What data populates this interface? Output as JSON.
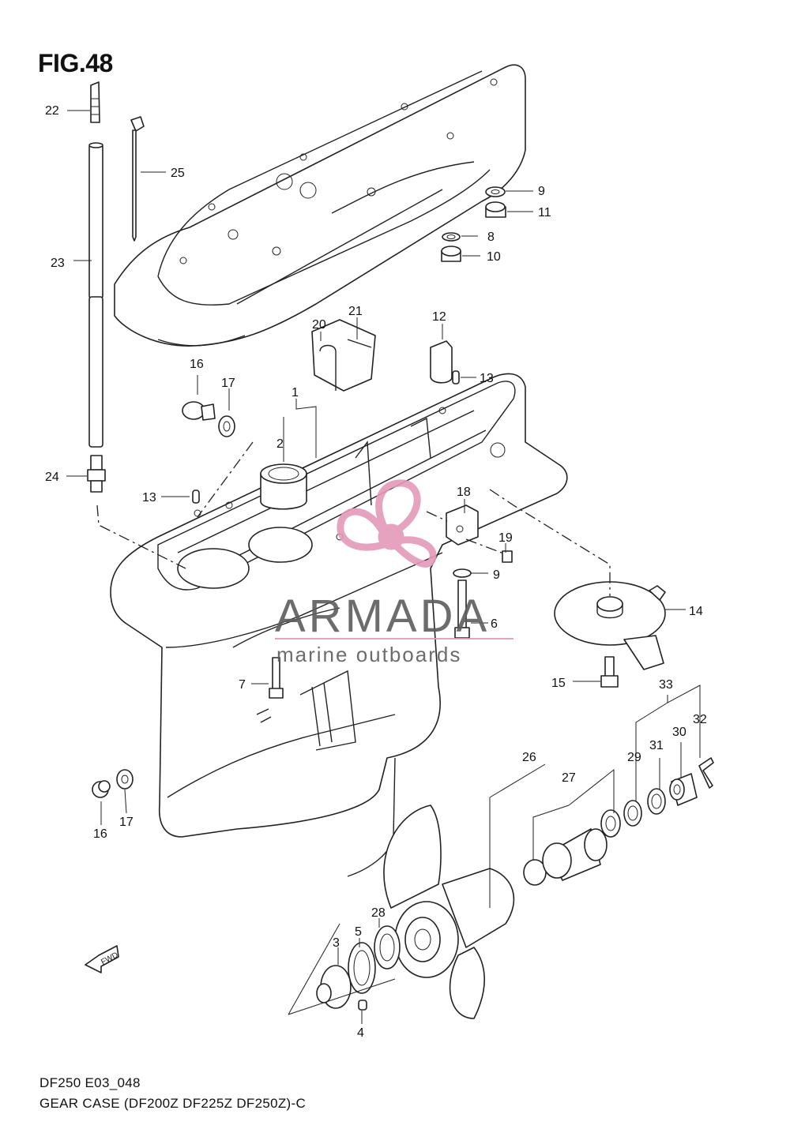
{
  "figure": {
    "title": "FIG.48",
    "model_code": "DF250 E03_048",
    "caption": "GEAR CASE (DF200Z DF225Z DF250Z)-C"
  },
  "watermark": {
    "brand": "ARMADA",
    "tagline": "marine outboards",
    "logo_color": "#e39ab9",
    "text_color": "#5d5d5d"
  },
  "direction_marker": "FWD",
  "callouts": {
    "c1": "1",
    "c2": "2",
    "c3": "3",
    "c4": "4",
    "c5": "5",
    "c6": "6",
    "c7": "7",
    "c8": "8",
    "c9a": "9",
    "c9b": "9",
    "c10": "10",
    "c11": "11",
    "c12": "12",
    "c13a": "13",
    "c13b": "13",
    "c14": "14",
    "c15": "15",
    "c16a": "16",
    "c16b": "16",
    "c17a": "17",
    "c17b": "17",
    "c18": "18",
    "c19": "19",
    "c20": "20",
    "c21": "21",
    "c22": "22",
    "c23": "23",
    "c24": "24",
    "c25": "25",
    "c26": "26",
    "c27": "27",
    "c28": "28",
    "c29": "29",
    "c30": "30",
    "c31": "31",
    "c32": "32",
    "c33": "33"
  }
}
